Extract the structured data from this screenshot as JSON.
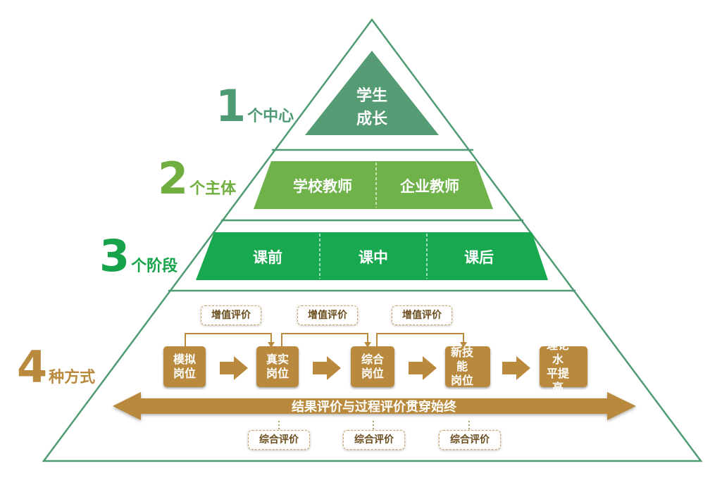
{
  "levels": [
    {
      "num": "1",
      "text": "个中心",
      "color": "#4e9a72"
    },
    {
      "num": "2",
      "text": "个主体",
      "color": "#6fae3f"
    },
    {
      "num": "3",
      "text": "个阶段",
      "color": "#17a34a"
    },
    {
      "num": "4",
      "text": "种方式",
      "color": "#b98a3e"
    }
  ],
  "top": {
    "line1": "学生",
    "line2": "成长"
  },
  "subjects": [
    "学校教师",
    "企业教师"
  ],
  "phases": [
    "课前",
    "课中",
    "课后"
  ],
  "stages": [
    {
      "line1": "模拟",
      "line2": "岗位"
    },
    {
      "line1": "真实",
      "line2": "岗位"
    },
    {
      "line1": "综合",
      "line2": "岗位"
    },
    {
      "line1": "新技能",
      "line2": "岗位"
    },
    {
      "line1": "理论水",
      "line2": "平提高"
    }
  ],
  "value_added_tags": [
    "增值评价",
    "增值评价",
    "增值评价"
  ],
  "comprehensive_tags": [
    "综合评价",
    "综合评价",
    "综合评价"
  ],
  "banner": "结果评价与过程评价贯穿始终",
  "colors": {
    "outline": "#4e9a72",
    "top_fill": "#559b73",
    "subject_fill": "#6fb24a",
    "phase_fill": "#18a84f",
    "gold": "#b98a3e"
  }
}
